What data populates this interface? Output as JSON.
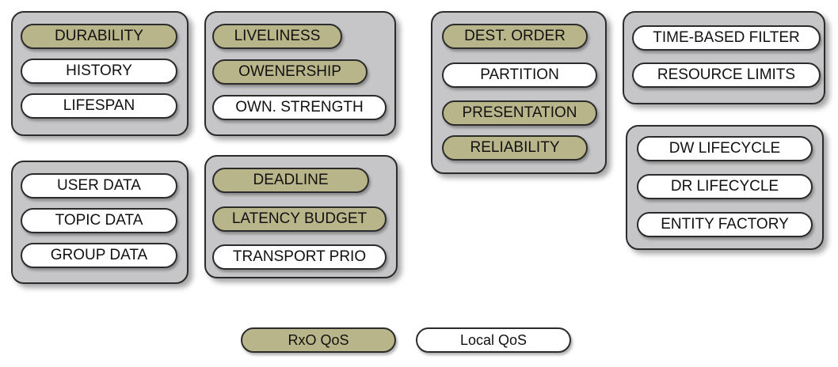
{
  "groups": [
    {
      "name": "group-1",
      "items": [
        {
          "label": "DURABILITY",
          "kind": "rxo"
        },
        {
          "label": "HISTORY",
          "kind": "local"
        },
        {
          "label": "LIFESPAN",
          "kind": "local"
        }
      ]
    },
    {
      "name": "group-2",
      "items": [
        {
          "label": "LIVELINESS",
          "kind": "rxo"
        },
        {
          "label": "OWENERSHIP",
          "kind": "rxo"
        },
        {
          "label": "OWN. STRENGTH",
          "kind": "local"
        }
      ]
    },
    {
      "name": "group-3",
      "items": [
        {
          "label": "DEST. ORDER",
          "kind": "rxo"
        },
        {
          "label": "PARTITION",
          "kind": "local"
        },
        {
          "label": "PRESENTATION",
          "kind": "rxo"
        },
        {
          "label": "RELIABILITY",
          "kind": "rxo"
        }
      ]
    },
    {
      "name": "group-4",
      "items": [
        {
          "label": "TIME-BASED FILTER",
          "kind": "local"
        },
        {
          "label": "RESOURCE LIMITS",
          "kind": "local"
        }
      ]
    },
    {
      "name": "group-5",
      "items": [
        {
          "label": "USER DATA",
          "kind": "local"
        },
        {
          "label": "TOPIC DATA",
          "kind": "local"
        },
        {
          "label": "GROUP DATA",
          "kind": "local"
        }
      ]
    },
    {
      "name": "group-6",
      "items": [
        {
          "label": "DEADLINE",
          "kind": "rxo"
        },
        {
          "label": "LATENCY BUDGET",
          "kind": "rxo"
        },
        {
          "label": "TRANSPORT PRIO",
          "kind": "local"
        }
      ]
    },
    {
      "name": "group-7",
      "items": [
        {
          "label": "DW LIFECYCLE",
          "kind": "local"
        },
        {
          "label": "DR LIFECYCLE",
          "kind": "local"
        },
        {
          "label": "ENTITY FACTORY",
          "kind": "local"
        }
      ]
    }
  ],
  "legend": {
    "rxo_label": "RxO QoS",
    "local_label": "Local QoS"
  },
  "colors": {
    "rxo_fill": "#b9b58a",
    "local_fill": "#ffffff",
    "group_fill": "#c6c6c8"
  }
}
